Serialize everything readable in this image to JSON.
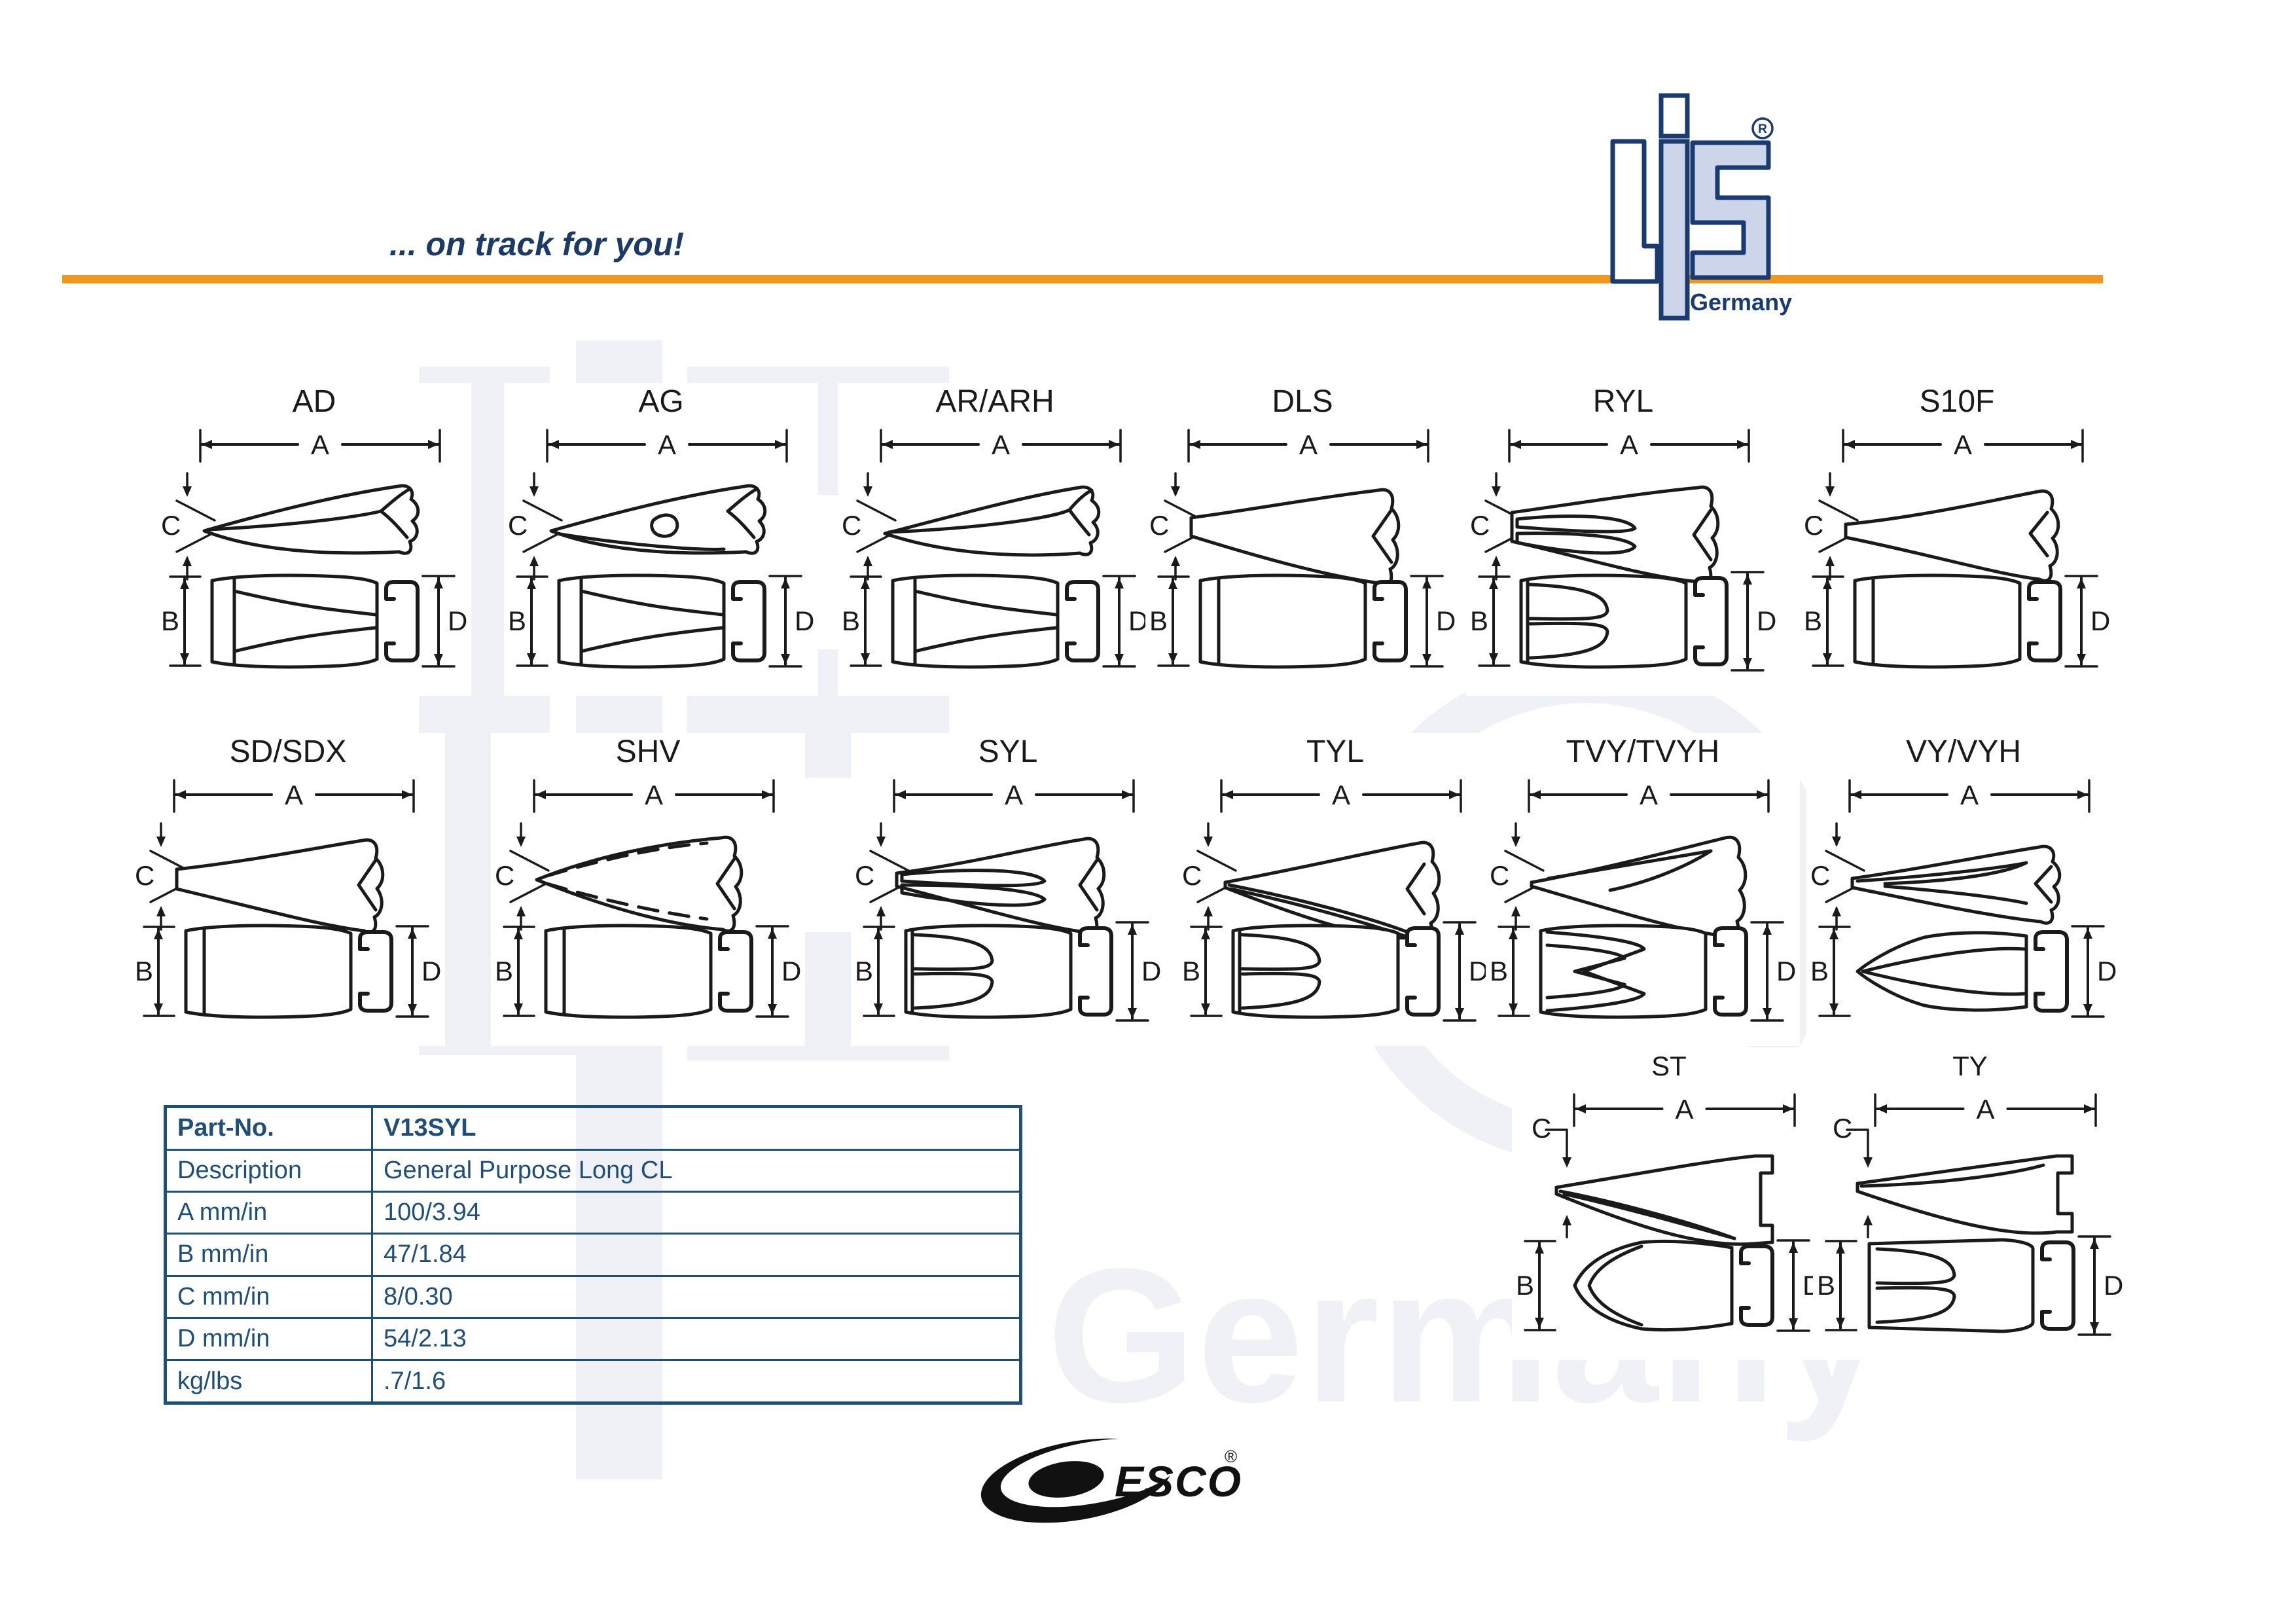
{
  "header": {
    "tagline": "... on track for you!",
    "brand": {
      "registered": "®",
      "country": "Germany"
    }
  },
  "diagram": {
    "dims": {
      "a": "A",
      "b": "B",
      "c": "C",
      "d": "D"
    },
    "cells": [
      {
        "id": "ad",
        "label": "AD",
        "row": 1,
        "col": 1,
        "variant": "ad"
      },
      {
        "id": "ag",
        "label": "AG",
        "row": 1,
        "col": 2,
        "variant": "ag"
      },
      {
        "id": "ar-arh",
        "label": "AR/ARH",
        "row": 1,
        "col": 3,
        "variant": "ar"
      },
      {
        "id": "dls",
        "label": "DLS",
        "row": 1,
        "col": 4,
        "variant": "dls"
      },
      {
        "id": "ryl",
        "label": "RYL",
        "row": 1,
        "col": 5,
        "variant": "ryl"
      },
      {
        "id": "s10f",
        "label": "S10F",
        "row": 1,
        "col": 6,
        "variant": "s10f"
      },
      {
        "id": "sd-sdx",
        "label": "SD/SDX",
        "row": 2,
        "col": 1,
        "variant": "sd"
      },
      {
        "id": "shv",
        "label": "SHV",
        "row": 2,
        "col": 2,
        "variant": "shv"
      },
      {
        "id": "syl",
        "label": "SYL",
        "row": 2,
        "col": 3,
        "variant": "syl"
      },
      {
        "id": "tyl",
        "label": "TYL",
        "row": 2,
        "col": 4,
        "variant": "tyl"
      },
      {
        "id": "tvy-tvyh",
        "label": "TVY/TVYH",
        "row": 2,
        "col": 5,
        "variant": "tvy"
      },
      {
        "id": "vy-vyh",
        "label": "VY/VYH",
        "row": 2,
        "col": 6,
        "variant": "vy"
      },
      {
        "id": "st",
        "label": "ST",
        "row": 3,
        "col": 5,
        "variant": "st"
      },
      {
        "id": "ty",
        "label": "TY",
        "row": 3,
        "col": 6,
        "variant": "ty"
      }
    ]
  },
  "table": {
    "rows": [
      {
        "label": "Part-No.",
        "value": "V13SYL"
      },
      {
        "label": "Description",
        "value": "General Purpose Long CL"
      },
      {
        "label": "A mm/in",
        "value": "100/3.94"
      },
      {
        "label": "B mm/in",
        "value": "47/1.84"
      },
      {
        "label": "C mm/in",
        "value": "8/0.30"
      },
      {
        "label": "D mm/in",
        "value": "54/2.13"
      },
      {
        "label": "kg/lbs",
        "value": ".7/1.6"
      }
    ]
  },
  "footer": {
    "esco": "ESCO",
    "registered": "®"
  },
  "colors": {
    "accent_orange": "#f2971e",
    "navy": "#1f4e79",
    "logo_fill": "#ccd5ea",
    "logo_stroke": "#1b3a70",
    "line": "#1a1a1a",
    "watermark": "#f0f1f6"
  }
}
